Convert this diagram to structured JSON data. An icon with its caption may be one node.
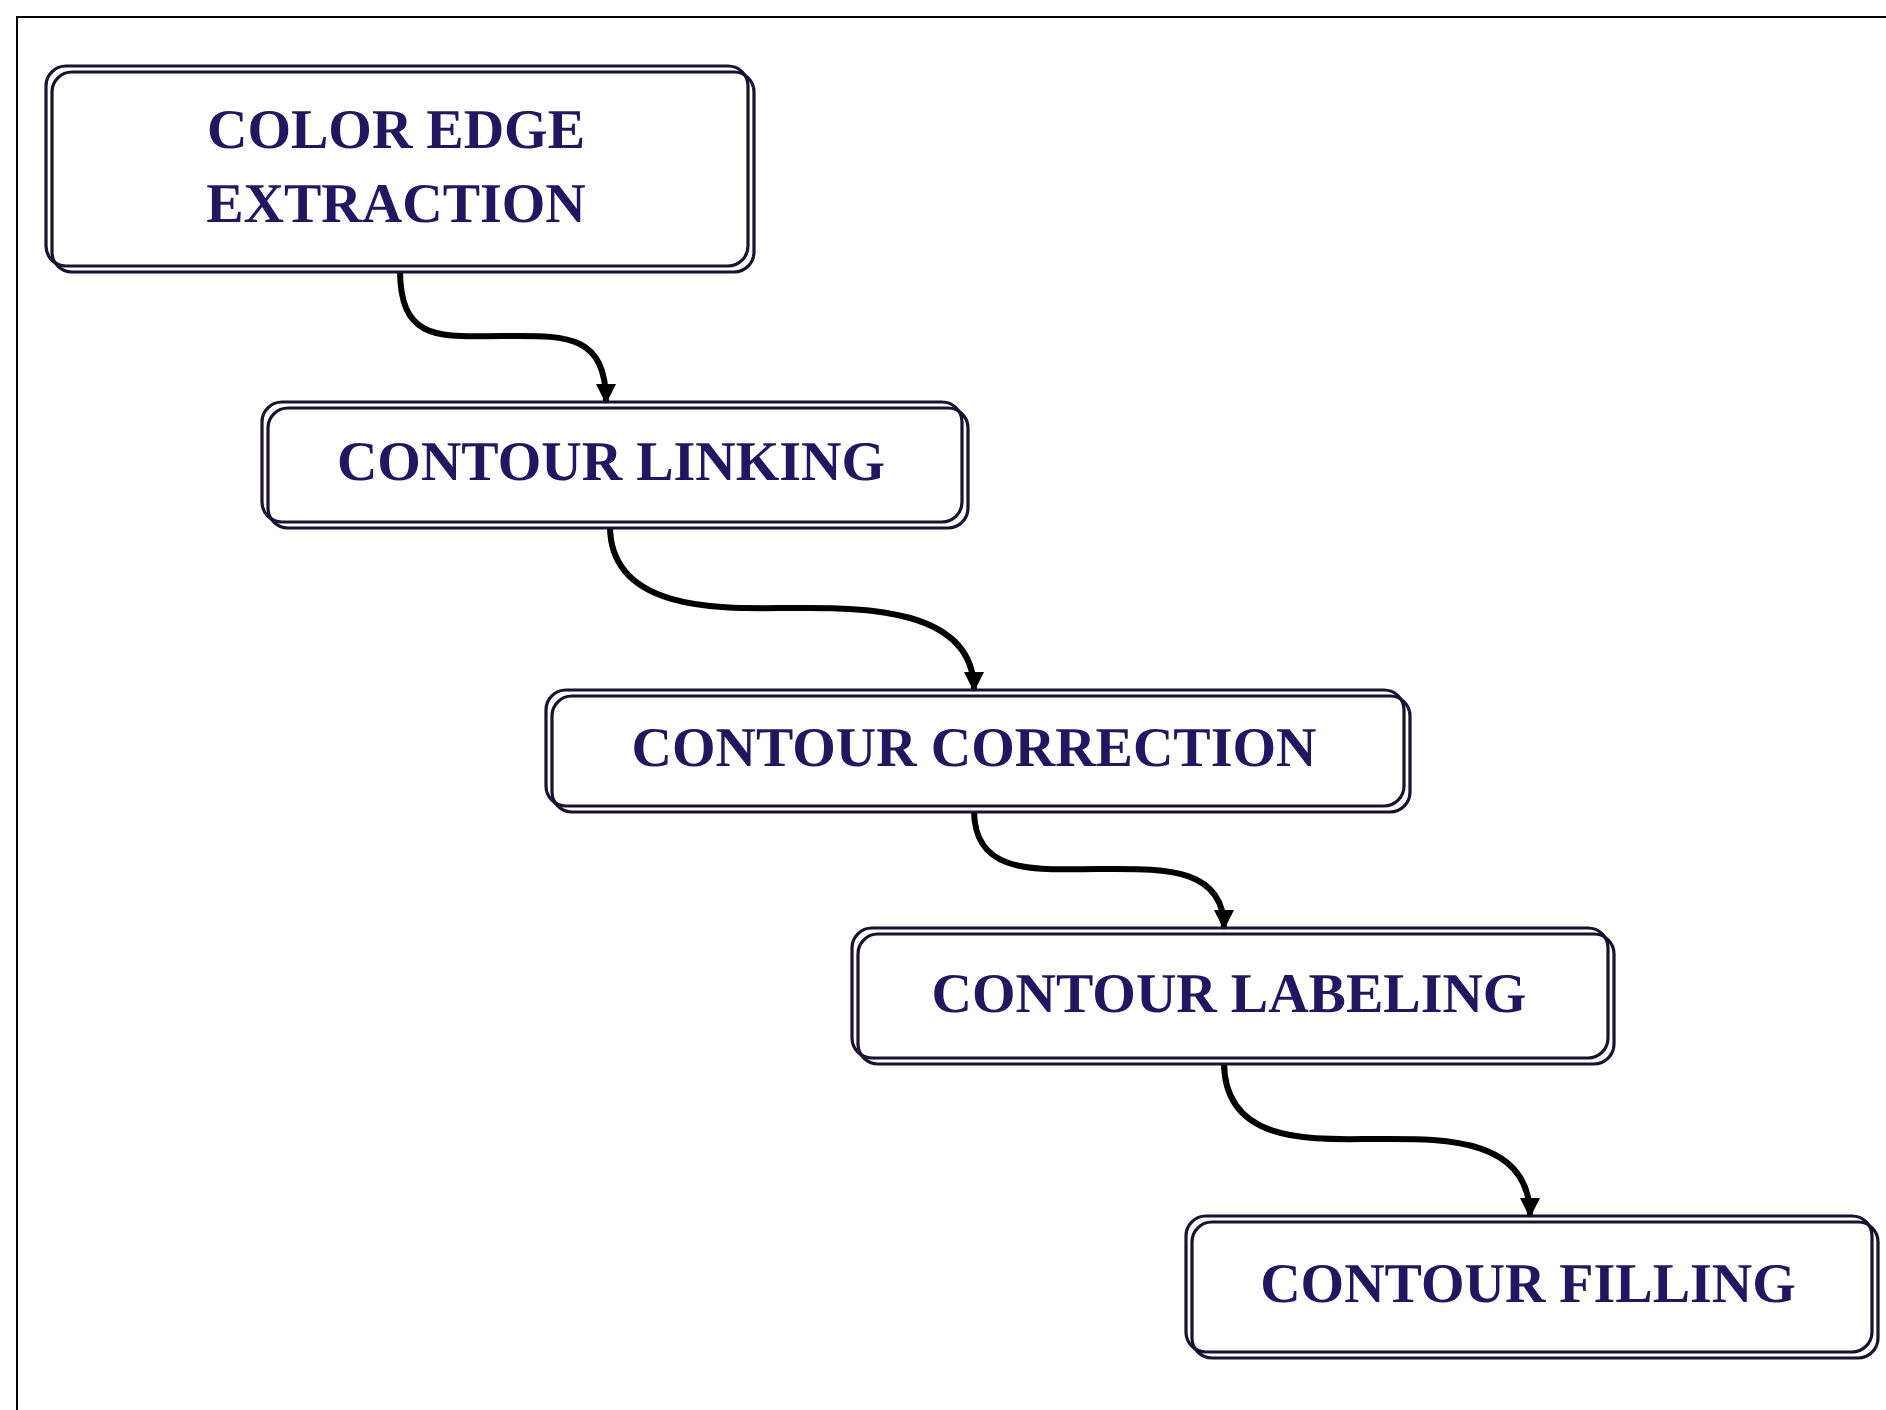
{
  "diagram": {
    "nodes": [
      {
        "text": [
          "COLOR EDGE EXTRACTION"
        ]
      },
      {
        "text": [
          "CONTOUR LINKING"
        ]
      },
      {
        "text": [
          "CONTOUR CORRECTION"
        ]
      },
      {
        "text": [
          "CONTOUR LABELING"
        ]
      },
      {
        "text": [
          "CONTOUR FILLING"
        ]
      }
    ],
    "edges": [
      {
        "from": 0,
        "to": 1,
        "arrow": "to"
      },
      {
        "from": 1,
        "to": 2,
        "arrow": "to"
      },
      {
        "from": 2,
        "to": 3,
        "arrow": "to"
      },
      {
        "from": 3,
        "to": 4,
        "arrow": "to"
      }
    ]
  }
}
